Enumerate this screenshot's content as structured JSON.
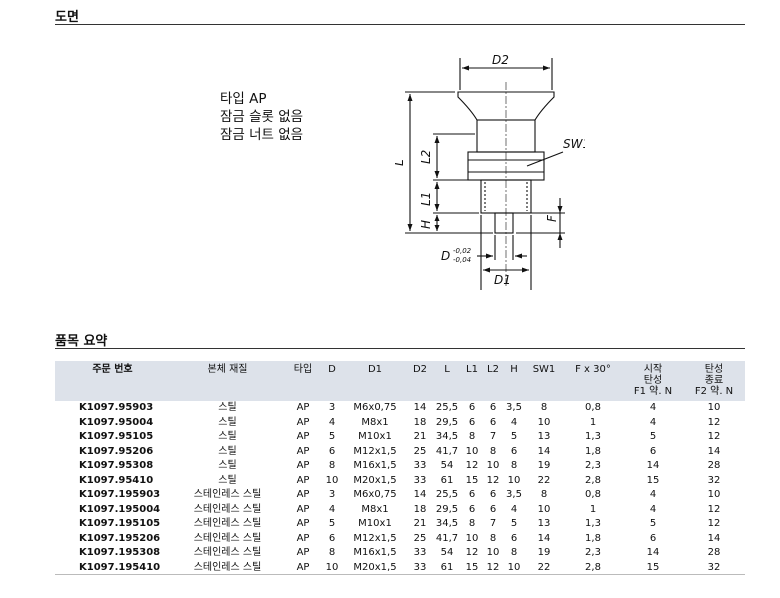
{
  "sections": {
    "drawing_title": "도면",
    "summary_title": "품목 요약"
  },
  "type_info": [
    "타입 AP",
    "잠금 슬롯 없음",
    "잠금 너트 없음"
  ],
  "drawing_labels": {
    "d2": "D2",
    "sw1": "SW1",
    "l": "L",
    "l2": "L2",
    "l1": "L1",
    "h": "H",
    "f": "F",
    "d": "D",
    "tol_upper": "-0,02",
    "tol_lower": "-0,04",
    "d1": "D1"
  },
  "table": {
    "headers": {
      "order_no": "주문 번호",
      "material": "본체 재질",
      "type": "타입",
      "d": "D",
      "d1": "D1",
      "d2": "D2",
      "l": "L",
      "l1": "L1",
      "l2": "L2",
      "h": "H",
      "sw1": "SW1",
      "f": "F x 30°",
      "f1_line1": "시작",
      "f1_line2": "탄성",
      "f1_line3": "F1 약. N",
      "f2_line1": "탄성",
      "f2_line2": "종료",
      "f2_line3": "F2 약. N"
    },
    "rows": [
      [
        "K1097.95903",
        "스틸",
        "AP",
        "3",
        "M6x0,75",
        "14",
        "25,5",
        "6",
        "6",
        "3,5",
        "8",
        "0,8",
        "4",
        "10"
      ],
      [
        "K1097.95004",
        "스틸",
        "AP",
        "4",
        "M8x1",
        "18",
        "29,5",
        "6",
        "6",
        "4",
        "10",
        "1",
        "4",
        "12"
      ],
      [
        "K1097.95105",
        "스틸",
        "AP",
        "5",
        "M10x1",
        "21",
        "34,5",
        "8",
        "7",
        "5",
        "13",
        "1,3",
        "5",
        "12"
      ],
      [
        "K1097.95206",
        "스틸",
        "AP",
        "6",
        "M12x1,5",
        "25",
        "41,7",
        "10",
        "8",
        "6",
        "14",
        "1,8",
        "6",
        "14"
      ],
      [
        "K1097.95308",
        "스틸",
        "AP",
        "8",
        "M16x1,5",
        "33",
        "54",
        "12",
        "10",
        "8",
        "19",
        "2,3",
        "14",
        "28"
      ],
      [
        "K1097.95410",
        "스틸",
        "AP",
        "10",
        "M20x1,5",
        "33",
        "61",
        "15",
        "12",
        "10",
        "22",
        "2,8",
        "15",
        "32"
      ],
      [
        "K1097.195903",
        "스테인레스 스틸",
        "AP",
        "3",
        "M6x0,75",
        "14",
        "25,5",
        "6",
        "6",
        "3,5",
        "8",
        "0,8",
        "4",
        "10"
      ],
      [
        "K1097.195004",
        "스테인레스 스틸",
        "AP",
        "4",
        "M8x1",
        "18",
        "29,5",
        "6",
        "6",
        "4",
        "10",
        "1",
        "4",
        "12"
      ],
      [
        "K1097.195105",
        "스테인레스 스틸",
        "AP",
        "5",
        "M10x1",
        "21",
        "34,5",
        "8",
        "7",
        "5",
        "13",
        "1,3",
        "5",
        "12"
      ],
      [
        "K1097.195206",
        "스테인레스 스틸",
        "AP",
        "6",
        "M12x1,5",
        "25",
        "41,7",
        "10",
        "8",
        "6",
        "14",
        "1,8",
        "6",
        "14"
      ],
      [
        "K1097.195308",
        "스테인레스 스틸",
        "AP",
        "8",
        "M16x1,5",
        "33",
        "54",
        "12",
        "10",
        "8",
        "19",
        "2,3",
        "14",
        "28"
      ],
      [
        "K1097.195410",
        "스테인레스 스틸",
        "AP",
        "10",
        "M20x1,5",
        "33",
        "61",
        "15",
        "12",
        "10",
        "22",
        "2,8",
        "15",
        "32"
      ]
    ]
  }
}
